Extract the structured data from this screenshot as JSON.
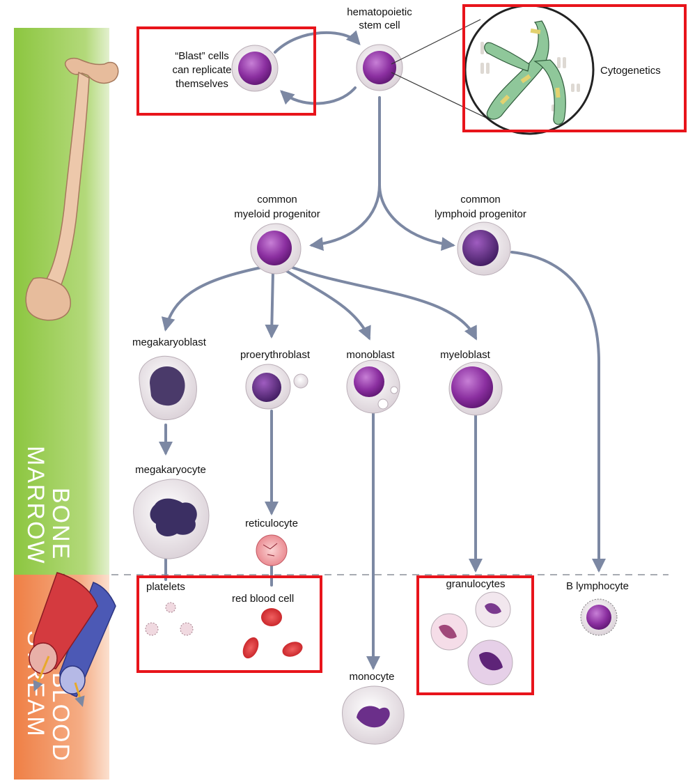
{
  "side_bands": {
    "marrow_line1": "BONE",
    "marrow_line2": "MARROW",
    "blood_line1": "BLOOD",
    "blood_line2": "STREAM"
  },
  "labels": {
    "stem_line1": "hematopoietic",
    "stem_line2": "stem cell",
    "blast_line1": "“Blast” cells",
    "blast_line2": "can replicate",
    "blast_line3": "themselves",
    "cytogenetics": "Cytogenetics",
    "myeloid_line1": "common",
    "myeloid_line2": "myeloid progenitor",
    "lymphoid_line1": "common",
    "lymphoid_line2": "lymphoid progenitor",
    "megakaryoblast": "megakaryoblast",
    "proerythroblast": "proerythroblast",
    "monoblast": "monoblast",
    "myeloblast": "myeloblast",
    "megakaryocyte": "megakaryocyte",
    "reticulocyte": "reticulocyte",
    "platelets": "platelets",
    "red_blood_cell": "red blood cell",
    "granulocytes": "granulocytes",
    "b_lymphocyte": "B lymphocyte",
    "monocyte": "monocyte"
  },
  "colors": {
    "arrow": "#7c88a3",
    "highlight": "#e8141b",
    "marrow_band": "#8fc447",
    "blood_band": "#f08a55",
    "nucleus": "#8a2f9e",
    "cell_body": "#ece4e8"
  }
}
